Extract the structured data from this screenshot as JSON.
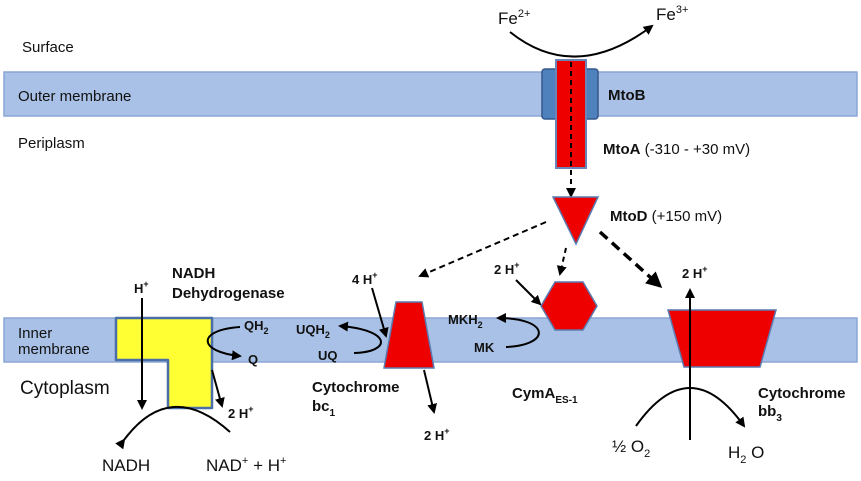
{
  "regions": {
    "surface": "Surface",
    "outer_membrane": "Outer membrane",
    "periplasm": "Periplasm",
    "inner_membrane_line1": "Inner",
    "inner_membrane_line2": "membrane",
    "cytoplasm": "Cytoplasm"
  },
  "iron": {
    "fe2": "Fe",
    "fe2_sup": "2+",
    "fe3": "Fe",
    "fe3_sup": "3+"
  },
  "proteins": {
    "mtob": "MtoB",
    "mtoa_name": "MtoA",
    "mtoa_potential": "(-310 - +30 mV)",
    "mtod_name": "MtoD",
    "mtod_potential": "(+150 mV)",
    "nadh_line1": "NADH",
    "nadh_line2": "Dehydrogenase",
    "bc1_line1": "Cytochrome",
    "bc1_line2": "bc",
    "bc1_sub": "1",
    "cyma": "CymA",
    "cyma_sub": "ES-1",
    "bb3_line1": "Cytochrome",
    "bb3_line2": "bb",
    "bb3_sub": "3"
  },
  "species": {
    "h_plus": "H",
    "h_plus_sup": "+",
    "qh2": "QH",
    "qh2_sub": "2",
    "q": "Q",
    "nadh_2h": "2 H",
    "nadh_2h_sup": "+",
    "nadh": "NADH",
    "nad": "NAD",
    "nad_sup": "+",
    "nad_rest": " + H",
    "nad_rest_sup": "+",
    "bc1_4h": "4 H",
    "bc1_4h_sup": "+",
    "uqh2": "UQH",
    "uqh2_sub": "2",
    "uq": "UQ",
    "bc1_2h": "2 H",
    "bc1_2h_sup": "+",
    "cyma_2h": "2 H",
    "cyma_2h_sup": "+",
    "mkh2": "MKH",
    "mkh2_sub": "2",
    "mk": "MK",
    "bb3_2h": "2 H",
    "bb3_2h_sup": "+",
    "half_o2": "½ O",
    "half_o2_sub": "2",
    "h2o_h": "H",
    "h2o_sub": "2",
    "h2o_o": " O"
  },
  "colors": {
    "membrane": "#a9c1e6",
    "membrane_edge": "#8aa6d4",
    "mtob_fill": "#4f81bd",
    "red_protein": "#ee0000",
    "nadh_dh": "#ffff33",
    "nadh_dh_edge": "#4a6fa8"
  }
}
